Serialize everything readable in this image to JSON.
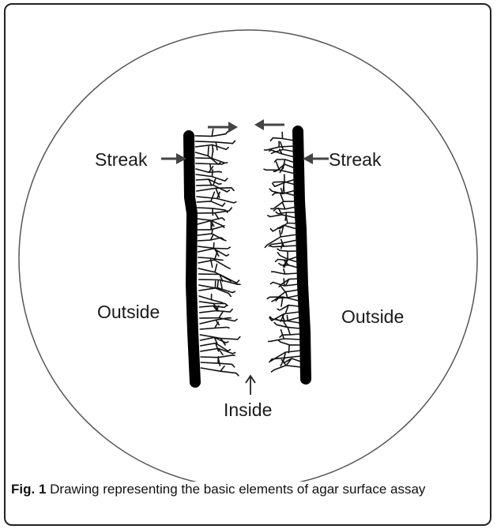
{
  "diagram": {
    "labels": {
      "streak_left": "Streak",
      "streak_right": "Streak",
      "outside_left": "Outside",
      "outside_right": "Outside",
      "inside": "Inside"
    }
  },
  "caption": {
    "label": "Fig. 1",
    "text": " Drawing representing the basic elements of agar surface assay"
  }
}
